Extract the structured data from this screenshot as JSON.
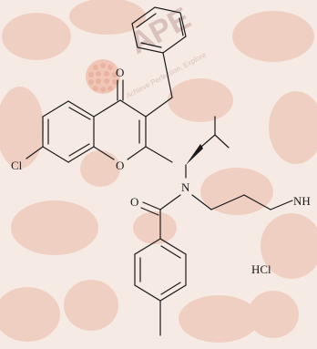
{
  "watermark": {
    "logo_text": "APE",
    "tagline": "Achieve Perfection, Explore",
    "background_color": "#f6eae4",
    "blob_color": "#efc3b4"
  },
  "molecule": {
    "atom_labels": {
      "carbonyl_oxygen": "O",
      "ring_oxygen": "O",
      "chlorine": "Cl",
      "nitrogen": "N",
      "amide_oxygen": "O",
      "amine": "NH"
    },
    "salt": "HCl"
  }
}
